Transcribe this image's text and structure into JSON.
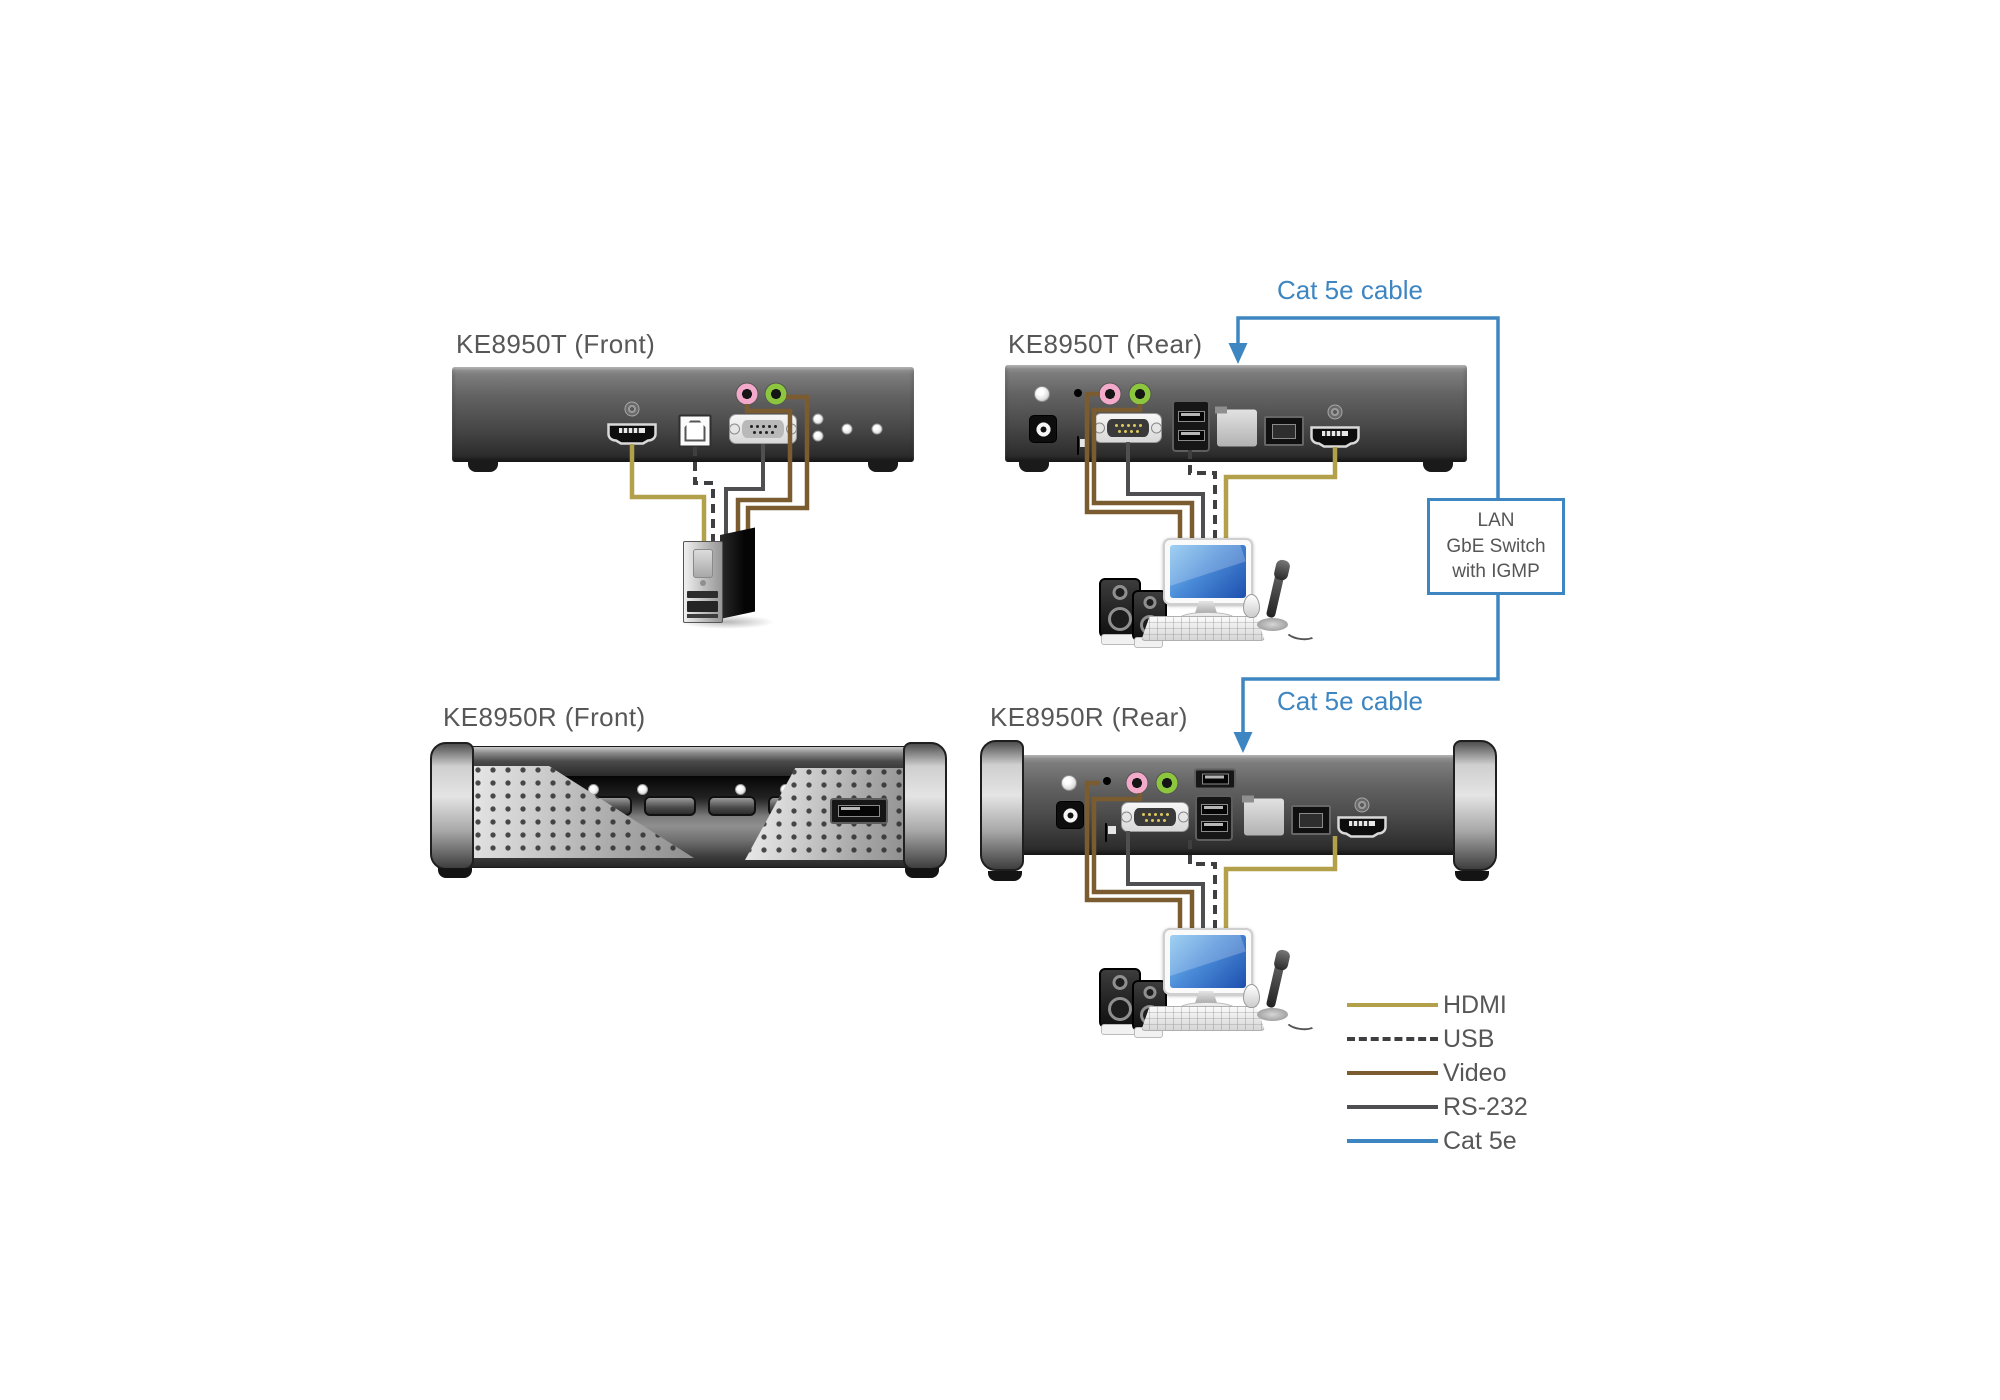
{
  "diagram": {
    "titles": {
      "t_front": "KE8950T (Front)",
      "t_rear": "KE8950T (Rear)",
      "r_front": "KE8950R (Front)",
      "r_rear": "KE8950R (Rear)"
    },
    "cat5e_label_top": "Cat 5e cable",
    "cat5e_label_bottom": "Cat 5e cable",
    "switch_box": {
      "line1": "LAN",
      "line2": "GbE Switch",
      "line3": "with IGMP"
    },
    "legend": {
      "items": [
        {
          "label": "HDMI",
          "color": "#B3A04A",
          "style": "solid"
        },
        {
          "label": "USB",
          "color": "#3F3F41",
          "style": "dashed"
        },
        {
          "label": "Video",
          "color": "#7B5C30",
          "style": "solid"
        },
        {
          "label": "RS-232",
          "color": "#4F4F51",
          "style": "solid"
        },
        {
          "label": "Cat 5e",
          "color": "#3E86C1",
          "style": "solid"
        }
      ]
    },
    "colors": {
      "hdmi_cable": "#B3A04A",
      "usb_cable": "#3F3F41",
      "video_cable": "#7B5C30",
      "rs232_cable": "#4F4F51",
      "cat5e_cable": "#3E86C1",
      "label_text": "#575757"
    },
    "port_icons": {
      "t_front": [
        "hdmi-port",
        "usb-b-port",
        "rs232-db9-port",
        "mic-jack",
        "speaker-jack",
        "status-leds"
      ],
      "t_rear": [
        "power-led",
        "dc-power-jack",
        "reset-hole",
        "mode-switch",
        "mic-jack",
        "speaker-jack",
        "rs232-db9-port",
        "dual-usb-port",
        "rj45-lan-port",
        "sfp-port",
        "hdmi-port"
      ],
      "r_front": [
        "status-leds",
        "front-buttons",
        "usb-port",
        "speaker-grille"
      ],
      "r_rear": [
        "power-led",
        "dc-power-jack",
        "reset-hole",
        "mode-switch",
        "mic-jack",
        "speaker-jack",
        "rs232-db9-port",
        "single-usb-port",
        "dual-usb-port",
        "rj45-lan-port",
        "sfp-port",
        "hdmi-port"
      ]
    }
  }
}
